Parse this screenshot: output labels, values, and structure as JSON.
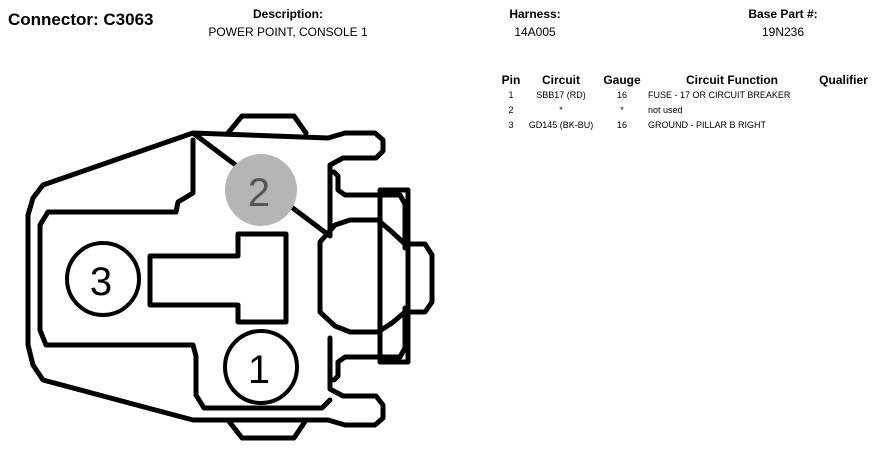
{
  "header": {
    "connector": "Connector: C3063",
    "description_label": "Description:",
    "description_value": "POWER POINT, CONSOLE 1",
    "harness_label": "Harness:",
    "harness_value": "14A005",
    "base_part_label": "Base Part #:",
    "base_part_value": "19N236"
  },
  "table": {
    "columns": [
      "Pin",
      "Circuit",
      "Gauge",
      "Circuit Function",
      "Qualifier"
    ],
    "rows": [
      {
        "pin": "1",
        "circuit": "SBB17 (RD)",
        "gauge": "16",
        "function": "FUSE - 17 OR CIRCUIT BREAKER",
        "qualifier": ""
      },
      {
        "pin": "2",
        "circuit": "*",
        "gauge": "*",
        "function": "not used",
        "qualifier": ""
      },
      {
        "pin": "3",
        "circuit": "GD145 (BK-BU)",
        "gauge": "16",
        "function": "GROUND - PILLAR B RIGHT",
        "qualifier": ""
      }
    ]
  },
  "diagram": {
    "pins": [
      {
        "label": "1",
        "used": true
      },
      {
        "label": "2",
        "used": false
      },
      {
        "label": "3",
        "used": true
      }
    ],
    "colors": {
      "outline": "#000000",
      "unused_pin": "#b5b5b5",
      "unused_text": "#555555"
    }
  }
}
